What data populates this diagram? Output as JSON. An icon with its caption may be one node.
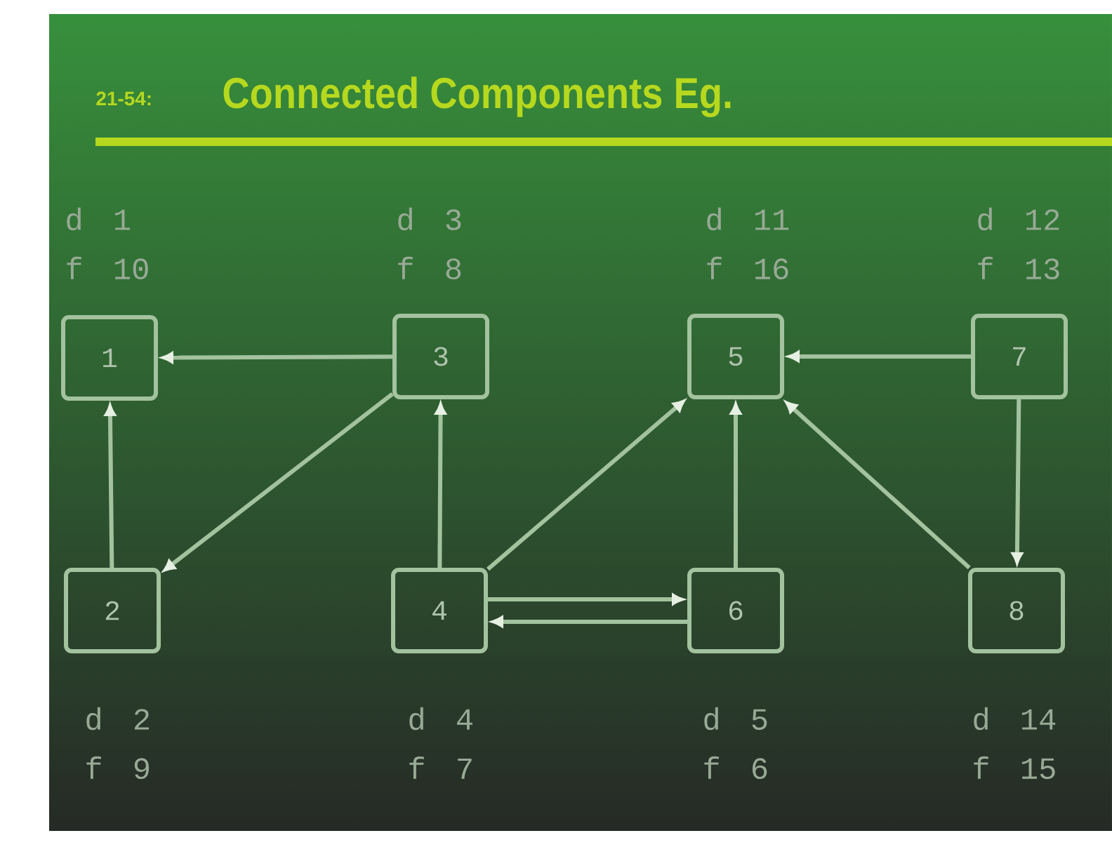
{
  "diagram": {
    "title": "Connected Components Eg.",
    "nodes": [
      {
        "text": [
          "1"
        ],
        "beside": [
          "d 1",
          "f 10"
        ]
      },
      {
        "text": [
          "3"
        ],
        "beside": [
          "d 3",
          "f 8"
        ]
      },
      {
        "text": [
          "5"
        ],
        "beside": [
          "d 11",
          "f 16"
        ]
      },
      {
        "text": [
          "7"
        ],
        "beside": [
          "d 12",
          "f 13"
        ]
      },
      {
        "text": [
          "2"
        ],
        "beside": [
          "d 2",
          "f 9"
        ]
      },
      {
        "text": [
          "4"
        ],
        "beside": [
          "d 4",
          "f 7"
        ]
      },
      {
        "text": [
          "6"
        ],
        "beside": [
          "d 5",
          "f 6"
        ]
      },
      {
        "text": [
          "8"
        ],
        "beside": [
          "d 14",
          "f 15"
        ]
      }
    ],
    "edges": [
      {
        "from": 1,
        "to": 0,
        "arrow": "to"
      },
      {
        "from": 4,
        "to": 0,
        "arrow": "to"
      },
      {
        "from": 1,
        "to": 4,
        "arrow": "to"
      },
      {
        "from": 5,
        "to": 1,
        "arrow": "to"
      },
      {
        "from": 5,
        "to": 2,
        "arrow": "to"
      },
      {
        "from": 5,
        "to": 6,
        "arrow": "to"
      },
      {
        "from": 6,
        "to": 5,
        "arrow": "to"
      },
      {
        "from": 6,
        "to": 2,
        "arrow": "to"
      },
      {
        "from": 3,
        "to": 2,
        "arrow": "to"
      },
      {
        "from": 7,
        "to": 2,
        "arrow": "to"
      },
      {
        "from": 3,
        "to": 7,
        "arrow": "to"
      }
    ],
    "labels": [
      "21-54:"
    ]
  }
}
